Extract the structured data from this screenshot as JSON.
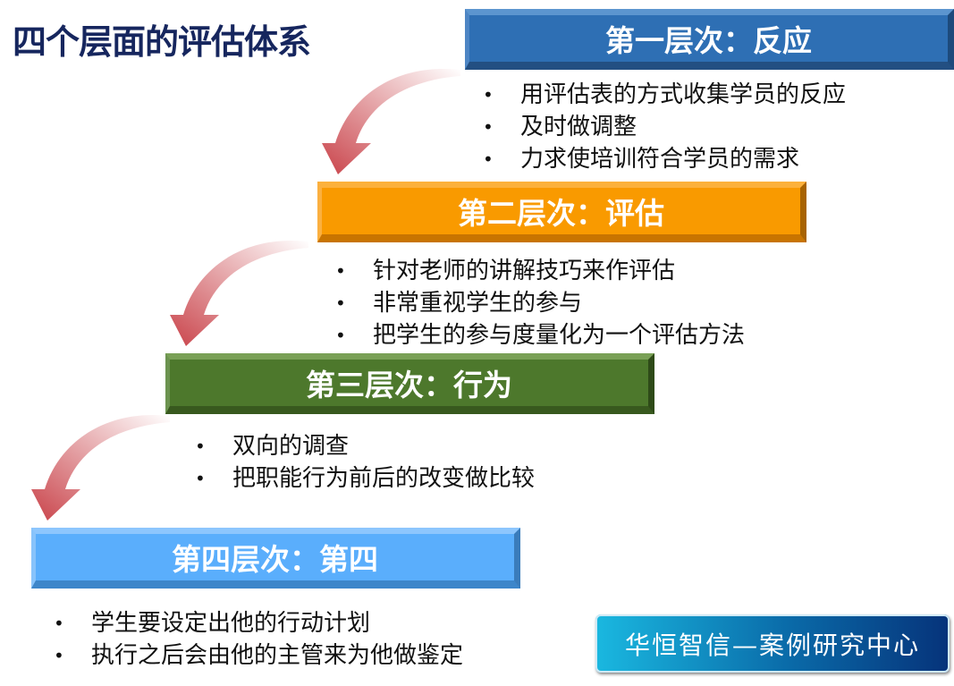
{
  "title": "四个层面的评估体系",
  "layers": [
    {
      "label": "第一层次：反应",
      "items": [
        "用评估表的方式收集学员的反应",
        "及时做调整",
        "力求使培训符合学员的需求"
      ]
    },
    {
      "label": "第二层次：评估",
      "items": [
        "针对老师的讲解技巧来作评估",
        "非常重视学生的参与",
        "把学生的参与度量化为一个评估方法"
      ]
    },
    {
      "label": "第三层次：行为",
      "items": [
        "双向的调查",
        "把职能行为前后的改变做比较"
      ]
    },
    {
      "label": "第四层次：第四",
      "items": [
        "学生要设定出他的行动计划",
        "执行之后会由他的主管来为他做鉴定"
      ]
    }
  ],
  "logo": "华恒智信—案例研究中心",
  "bullet": "•"
}
